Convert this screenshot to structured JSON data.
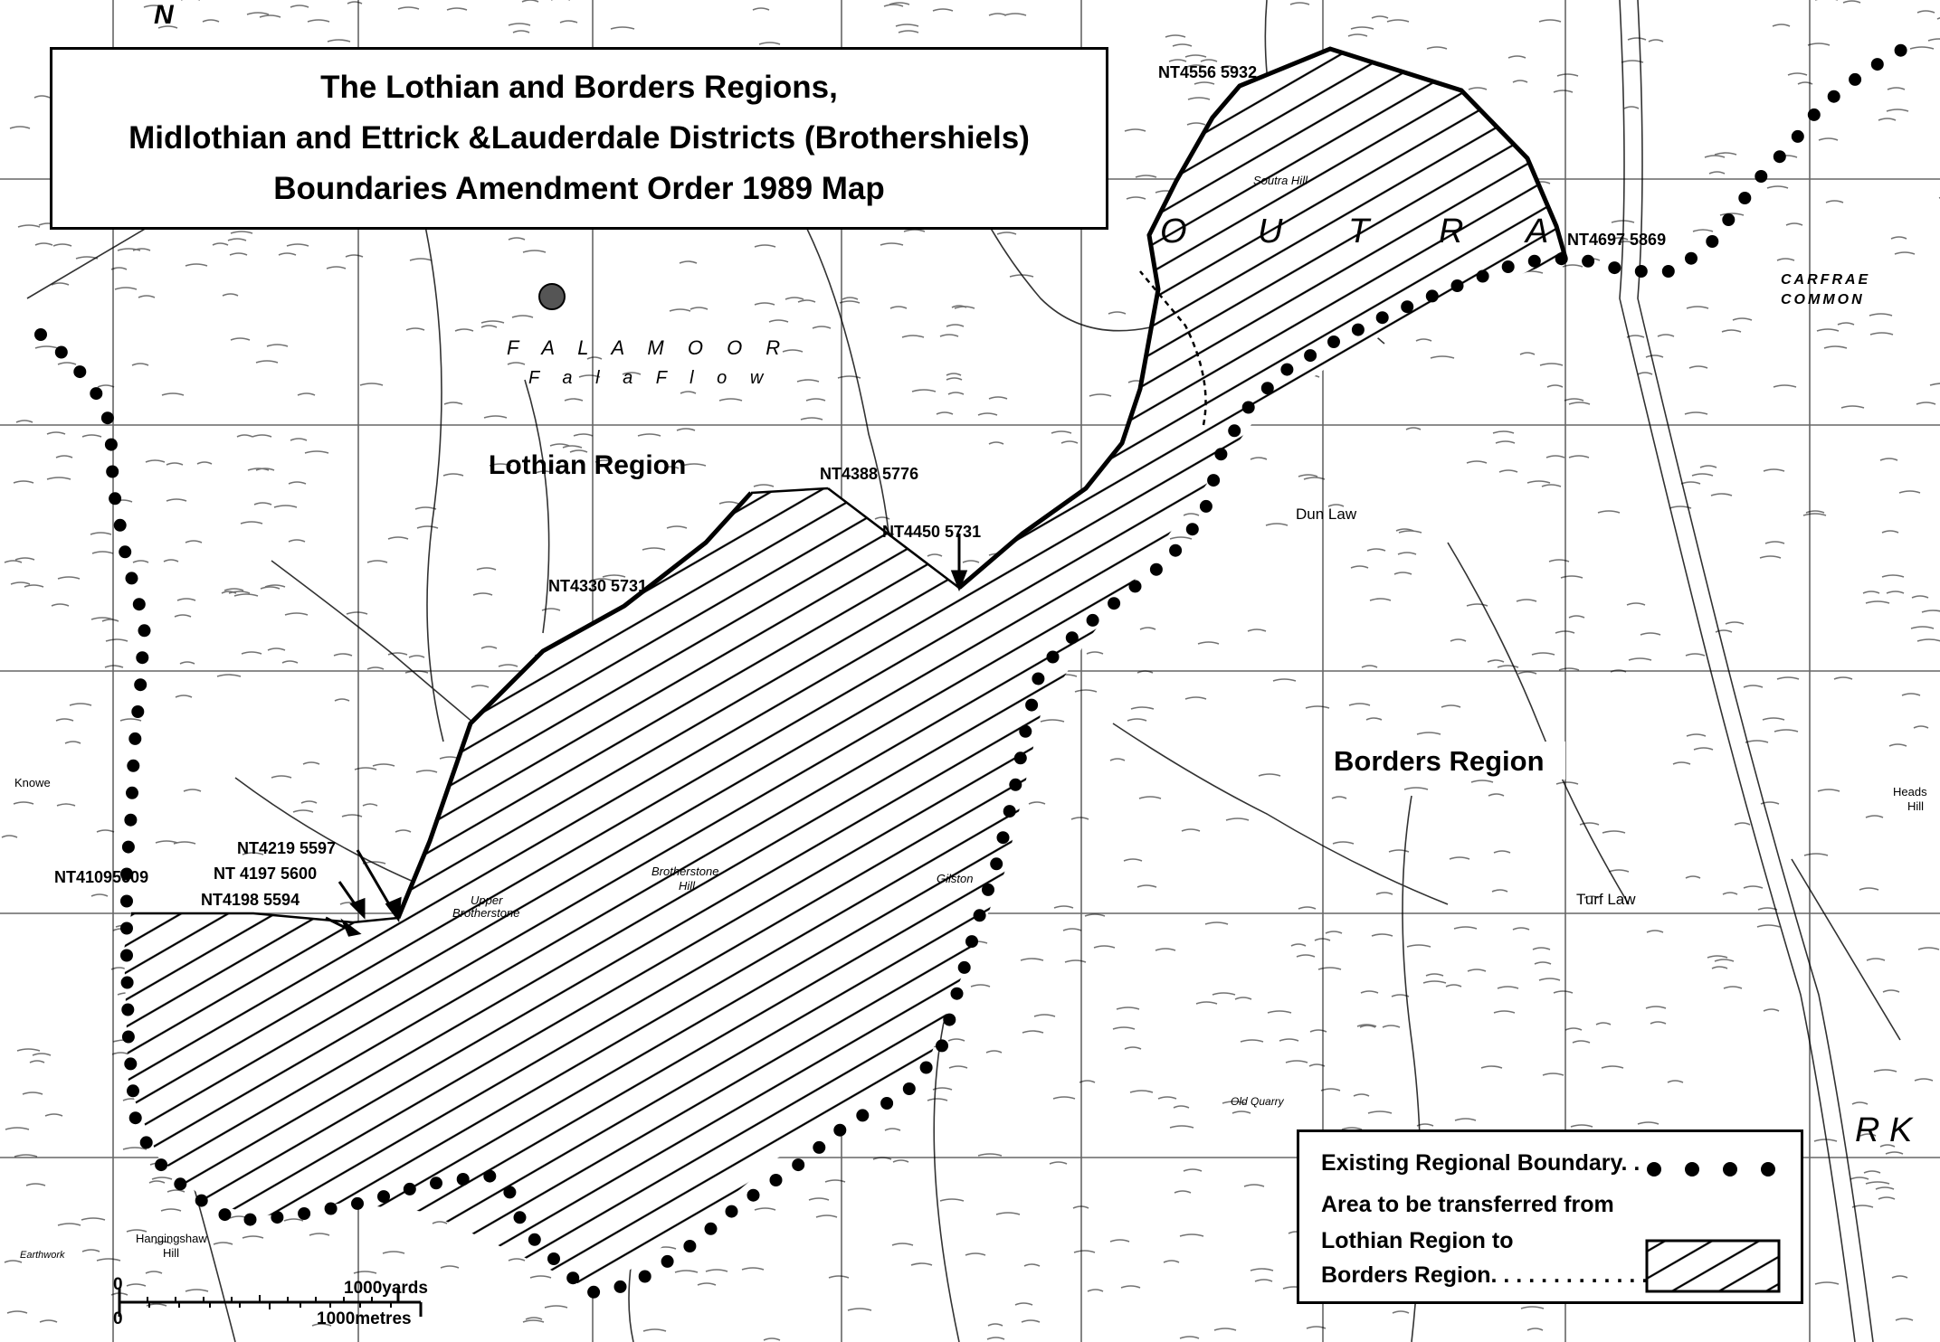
{
  "title": {
    "line1": "The Lothian and Borders Regions,",
    "line2": "Midlothian and Ettrick &Lauderdale Districts (Brothershiels)",
    "line3": "Boundaries Amendment Order 1989 Map"
  },
  "regions": {
    "lothian": "Lothian Region",
    "borders": "Borders Region"
  },
  "grid_refs": {
    "r1": "NT4556 5932",
    "r2": "NT4697 5869",
    "r3": "NT4388 5776",
    "r4": "NT4450 5731",
    "r5": "NT4330 5731",
    "r6": "NT4219 5597",
    "r7": "NT 4197 5600",
    "r8": "NT4198 5594",
    "r9": "NT41095609"
  },
  "place_names": {
    "soutra_letters": [
      "O",
      "U",
      "T",
      "R",
      "A"
    ],
    "fala_moor": "F A L A   M O O R",
    "fala_flow": "F a l a   F l o w",
    "carfrae": "CARFRAE",
    "common": "COMMON",
    "dun_law": "Dun Law",
    "turf_law": "Turf Law",
    "brotherstone_hill_1": "Brotherstone",
    "brotherstone_hill_2": "Hill",
    "upper_brotherstone_1": "Upper",
    "upper_brotherstone_2": "Brotherstone",
    "gilston": "Gilston",
    "knowe": "Knowe",
    "hangingshaw_1": "Hangingshaw",
    "hangingshaw_2": "Hill",
    "soutra_hill": "Soutra Hill",
    "old_quarry": "Old Quarry",
    "earthwork": "Earthwork",
    "headshaw_1": "Heads",
    "headshaw_2": "Hill",
    "kk": "R K"
  },
  "scale": {
    "zero_top": "0",
    "zero_bottom": "0",
    "yards": "1000yards",
    "metres": "1000metres"
  },
  "legend": {
    "existing": "Existing Regional Boundary. . .",
    "area_line1": "Area to be transferred from",
    "area_line2": "Lothian Region to",
    "area_line3": "Borders Region. . . . . . . . . . . . . . . ."
  },
  "colors": {
    "ink": "#000000",
    "paper": "#ffffff",
    "grid": "#333333"
  }
}
